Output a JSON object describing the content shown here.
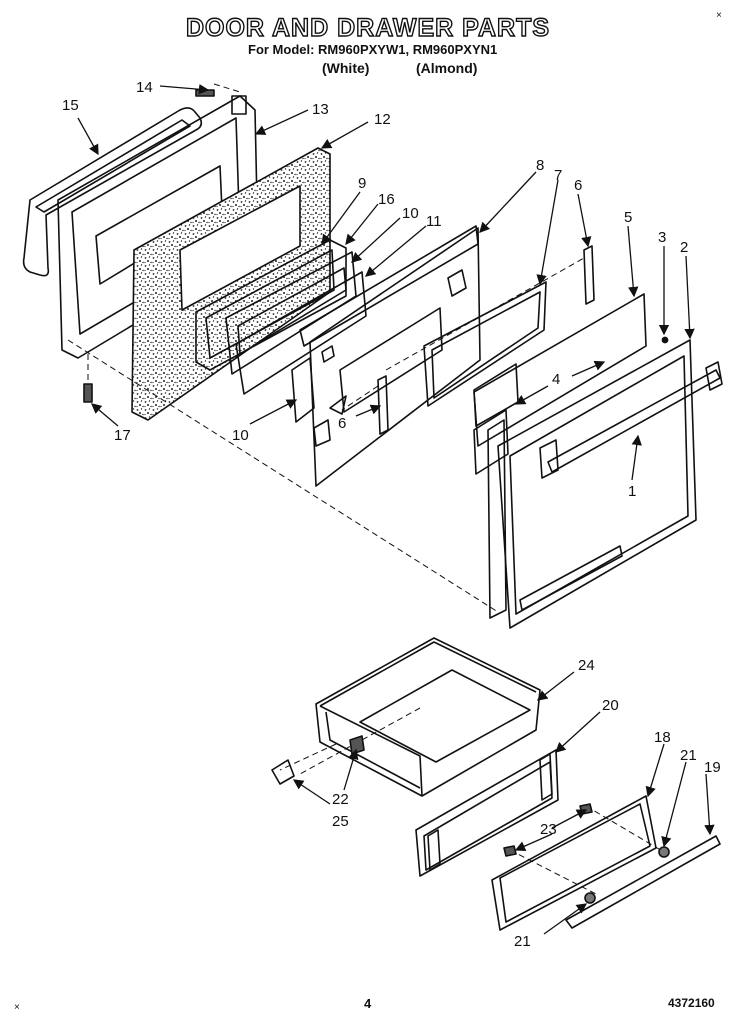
{
  "title": "DOOR AND DRAWER PARTS",
  "subtitle": "For Model: RM960PXYW1, RM960PXYN1",
  "color_labels": [
    "(White)",
    "(Almond)"
  ],
  "page_number": "4",
  "document_number": "4372160",
  "corner_mark": "×",
  "callouts": [
    "15",
    "14",
    "13",
    "12",
    "9",
    "16",
    "10",
    "11",
    "8",
    "7",
    "6",
    "5",
    "3",
    "2",
    "17",
    "10",
    "6",
    "4",
    "1",
    "24",
    "20",
    "22",
    "25",
    "18",
    "21",
    "19",
    "23",
    "21"
  ]
}
